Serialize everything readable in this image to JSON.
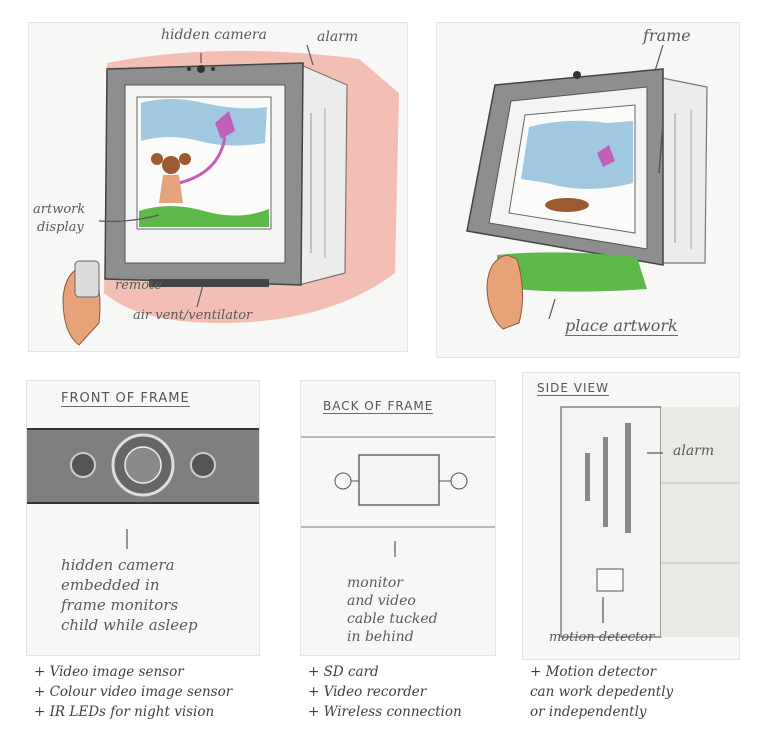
{
  "panels": {
    "front_sketch": {
      "labels": {
        "hidden_camera": "hidden camera",
        "alarm": "alarm",
        "artwork_display_1": "artwork",
        "artwork_display_2": "display",
        "remote": "remote",
        "air_vent": "air vent/ventilator"
      }
    },
    "open_sketch": {
      "labels": {
        "frame": "frame",
        "place_artwork": "place artwork"
      }
    },
    "front_of_frame": {
      "title": "FRONT OF FRAME",
      "caption": [
        "hidden camera",
        "embedded in",
        "frame monitors",
        "child while asleep"
      ],
      "notes": [
        "+ Video image sensor",
        "+ Colour video image sensor",
        "+ IR LEDs for night vision"
      ]
    },
    "back_of_frame": {
      "title": "BACK OF FRAME",
      "caption": [
        "monitor",
        "and video",
        "cable tucked",
        "in behind"
      ],
      "notes": [
        "+ SD card",
        "+ Video recorder",
        "+ Wireless connection"
      ]
    },
    "side_view": {
      "title": "SIDE VIEW",
      "alarm_label": "alarm",
      "motion_label": "motion detector",
      "notes": [
        "+ Motion detector",
        "can work depedently",
        "or independently"
      ]
    }
  },
  "colors": {
    "paper": "#f7f7f5",
    "pencil": "#6a6a6a",
    "salmon": "#f1a79a",
    "sky_blue": "#8fbfdc",
    "grass_green": "#5fb84a",
    "kite_pink": "#c060b8",
    "hair_brown": "#9b5a32",
    "skin": "#e7a47c"
  }
}
